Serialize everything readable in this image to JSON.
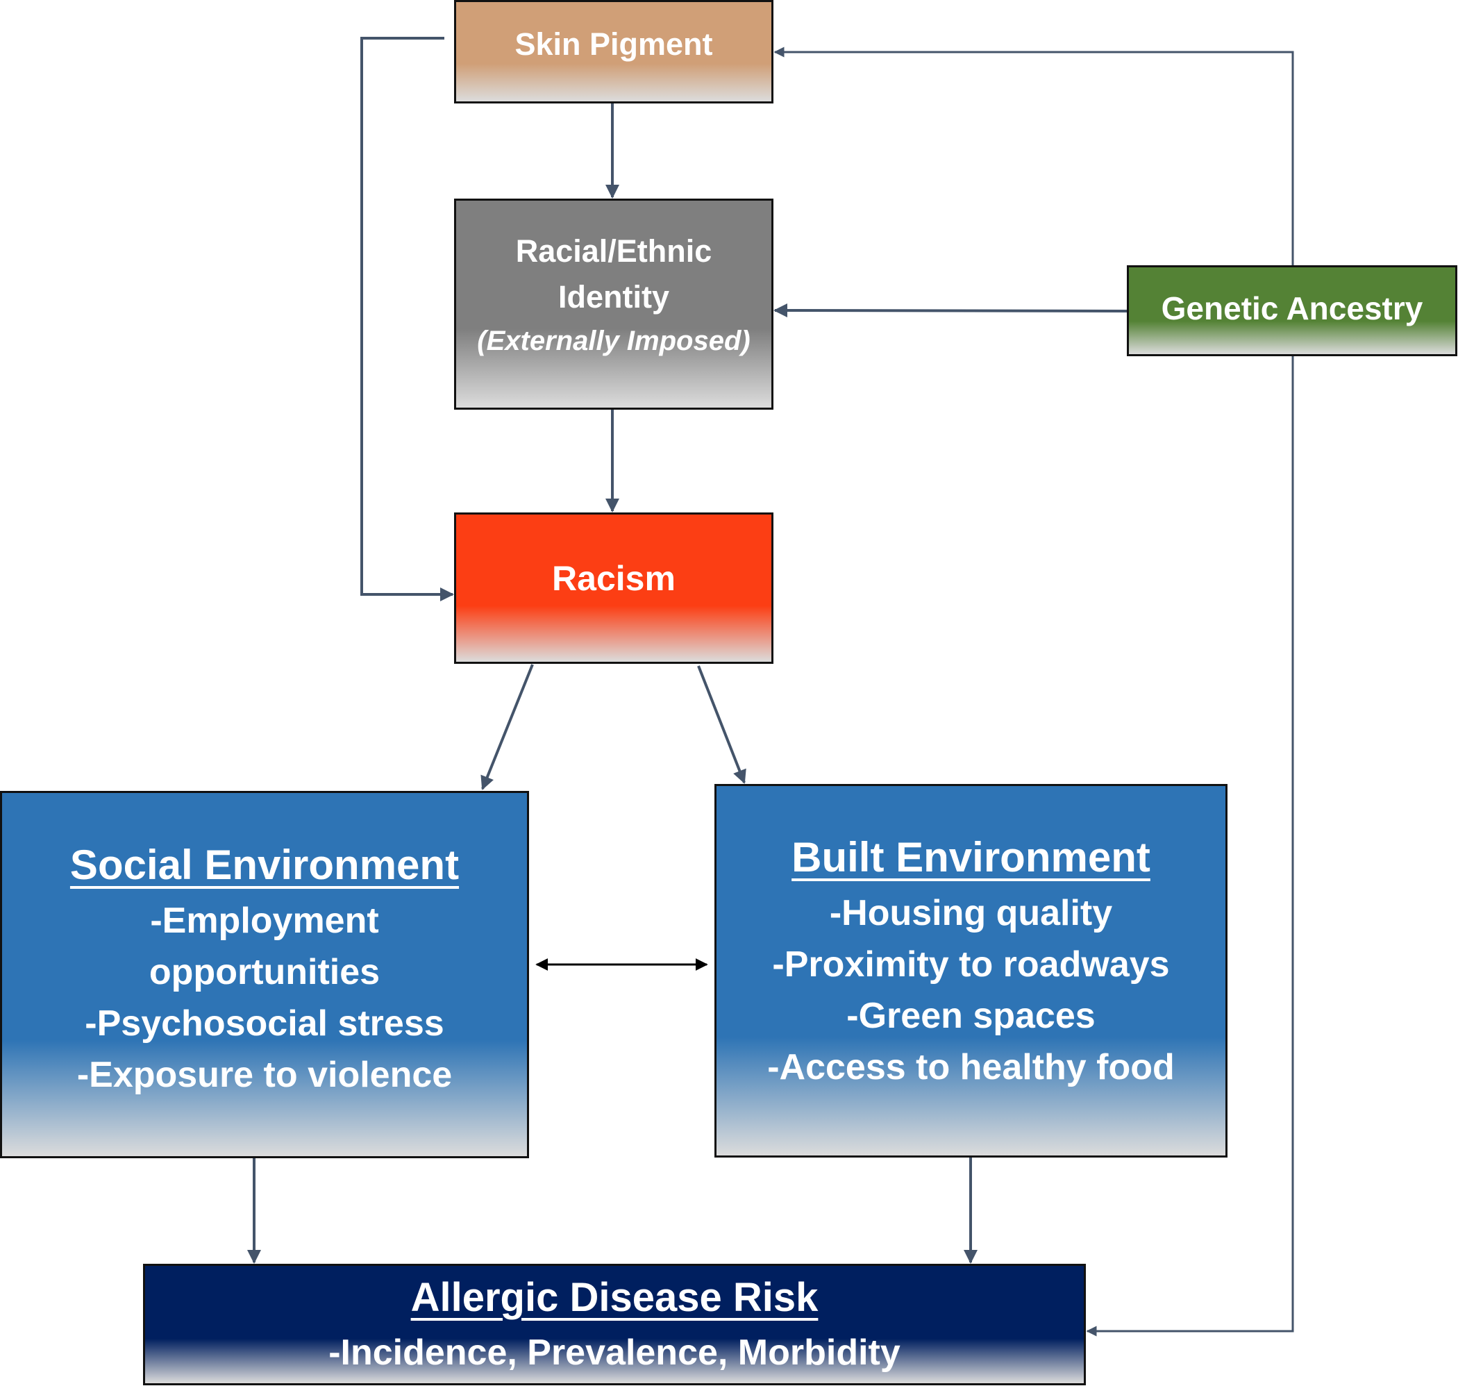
{
  "colors": {
    "connector": "#44546a",
    "bidirectional": "#000000",
    "skin_pigment": "#d09f77",
    "racial_identity": "#7f7f7f",
    "racism": "#fc3e14",
    "genetic_ancestry": "#548235",
    "environment": "#2e74b5",
    "allergic_disease": "#001f5f"
  },
  "nodes": {
    "skin_pigment": {
      "label": "Skin Pigment"
    },
    "racial_identity": {
      "line1": "Racial/Ethnic",
      "line2": "Identity",
      "note": "(Externally Imposed)"
    },
    "racism": {
      "label": "Racism"
    },
    "genetic_ancestry": {
      "label": "Genetic Ancestry"
    },
    "social_environment": {
      "title": "Social Environment",
      "items": [
        "-Employment",
        "opportunities",
        "-Psychosocial stress",
        "-Exposure to violence"
      ]
    },
    "built_environment": {
      "title": "Built Environment",
      "items": [
        "-Housing quality",
        "-Proximity to roadways",
        "-Green spaces",
        "-Access to healthy food"
      ]
    },
    "allergic_disease": {
      "title": "Allergic Disease Risk",
      "subtitle": "-Incidence, Prevalence, Morbidity"
    }
  },
  "edges": [
    {
      "from": "skin_pigment",
      "to": "racial_identity"
    },
    {
      "from": "skin_pigment",
      "to": "racism"
    },
    {
      "from": "racial_identity",
      "to": "racism"
    },
    {
      "from": "genetic_ancestry",
      "to": "skin_pigment"
    },
    {
      "from": "genetic_ancestry",
      "to": "racial_identity"
    },
    {
      "from": "genetic_ancestry",
      "to": "allergic_disease"
    },
    {
      "from": "racism",
      "to": "social_environment"
    },
    {
      "from": "racism",
      "to": "built_environment"
    },
    {
      "from": "social_environment",
      "to": "built_environment",
      "bidirectional": true
    },
    {
      "from": "social_environment",
      "to": "allergic_disease"
    },
    {
      "from": "built_environment",
      "to": "allergic_disease"
    }
  ]
}
